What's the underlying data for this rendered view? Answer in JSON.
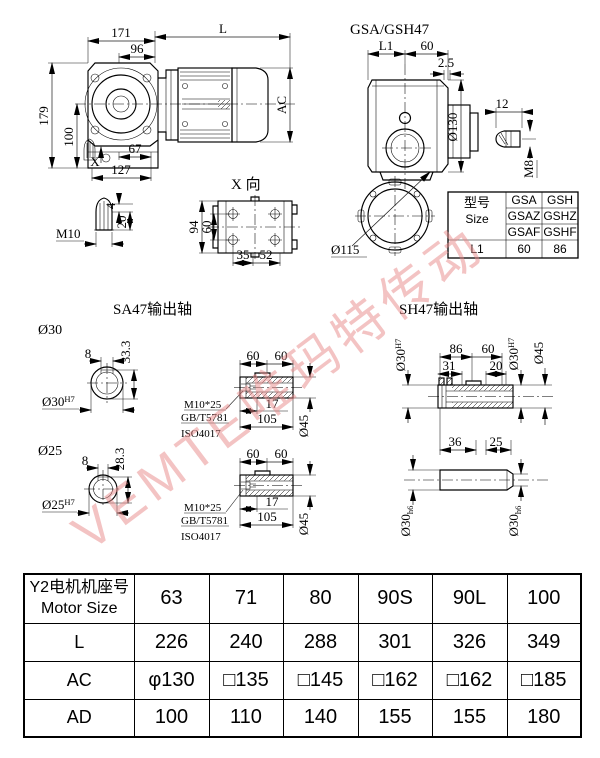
{
  "watermark": {
    "text": "VEMTE唯玛特传动"
  },
  "front_view": {
    "d171": "171",
    "dL": "L",
    "d96": "96",
    "d179": "179",
    "d100": "100",
    "dAC": "AC",
    "dX": "X",
    "d67": "67",
    "d127": "127"
  },
  "side_view": {
    "title": "GSA/GSH47",
    "dL1": "L1",
    "d60": "60",
    "d2_5": "2.5",
    "d130": "Ø130",
    "d12": "12",
    "dM8": "M8"
  },
  "plug_view": {
    "dM10": "M10",
    "d4": "4",
    "d20": "20"
  },
  "x_view": {
    "title": "X 向",
    "d94": "94",
    "d60": "60",
    "d35": "35",
    "d52": "52"
  },
  "flange_view": {
    "d115": "Ø115"
  },
  "size_table": {
    "h1": "型号",
    "h2": "Size",
    "r1c1": "GSA",
    "r1c2": "GSH",
    "r2c1": "GSAZ",
    "r2c2": "GSHZ",
    "r3c1": "GSAF",
    "r3c2": "GSHF",
    "l1": "L1",
    "v1": "60",
    "v2": "86"
  },
  "sa47": {
    "title": "SA47输出轴",
    "s1": {
      "bore": "Ø30",
      "d8": "8",
      "dh": "33.3",
      "fit": "Ø30",
      "fit_sup": "H7"
    },
    "s2": {
      "bore": "Ø25",
      "d8": "8",
      "dh": "28.3",
      "fit": "Ø25",
      "fit_sup": "H7"
    },
    "shaft": {
      "d60a": "60",
      "d60b": "60",
      "d17": "17",
      "d105": "105",
      "d45": "Ø45",
      "bolt": "M10*25",
      "std1": "GB/T5781",
      "std2": "ISO4017"
    }
  },
  "sh47": {
    "title": "SH47输出轴",
    "fitL": "Ø30",
    "fitL_sup": "H7",
    "fitR": "Ø30",
    "fitR_sup": "H7",
    "d45": "Ø45",
    "d86": "86",
    "d60": "60",
    "d31": "31",
    "d20": "20",
    "d36": "36",
    "d25": "25",
    "h6": "Ø30",
    "h6_sup": "h6"
  },
  "motor_table": {
    "header_cn": "Y2电机机座号",
    "header_en": "Motor Size",
    "sizes": [
      "63",
      "71",
      "80",
      "90S",
      "90L",
      "100"
    ],
    "rows": [
      {
        "label": "L",
        "values": [
          "226",
          "240",
          "288",
          "301",
          "326",
          "349"
        ]
      },
      {
        "label": "AC",
        "values": [
          "φ130",
          "□135",
          "□145",
          "□162",
          "□162",
          "□185"
        ]
      },
      {
        "label": "AD",
        "values": [
          "100",
          "110",
          "140",
          "155",
          "155",
          "180"
        ]
      }
    ]
  }
}
